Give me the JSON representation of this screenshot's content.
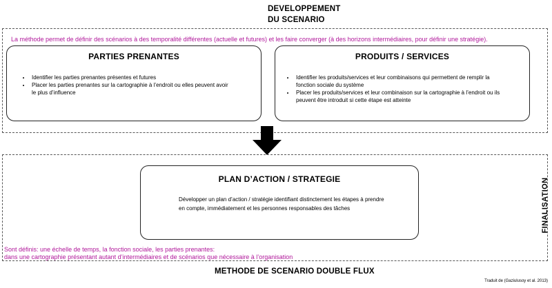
{
  "header": {
    "line1": "DEVELOPPEMENT",
    "line2": "DU SCENARIO"
  },
  "development_note": "La méthode permet de définir des scénarios à des temporalité différentes (actuelle et futures) et les faire converger (à des horizons intermédiaires, pour définir une stratégie).",
  "stakeholders": {
    "title": "PARTIES PRENANTES",
    "bullets": [
      "Identifier les parties prenantes présentes et futures",
      "Placer les parties prenantes sur la cartographie à l’endroit ou elles peuvent avoir le plus d’influence"
    ]
  },
  "products": {
    "title": "PRODUITS / SERVICES",
    "bullets": [
      "Identifier les produits/services et leur combinaisons qui permettent de remplir la fonction sociale du système",
      "Placer les produits/services et leur combinaison sur la cartographie à l’endroit ou ils peuvent être introduit si cette étape est atteinte"
    ]
  },
  "action_plan": {
    "title": "PLAN D’ACTION / STRATEGIE",
    "text": "Développer un plan d’action / stratégie identifiant distinctement les étapes à prendre en compte, immédiatement et les personnes responsables des tâches"
  },
  "finalisation_label": "FINALISATION",
  "finalisation_note": {
    "line1": "Sont définis: une échelle de temps, la fonction sociale, les parties prenantes:",
    "line2": "dans une cartographie présentant autant d’intermédiaires et de scénarios que nécessaire à l’organisation"
  },
  "footer": {
    "title": "METHODE DE SCENARIO DOUBLE FLUX",
    "credit": "Traduit de (Gaziulusoy et al. 2013)"
  },
  "colors": {
    "note": "#b0179a",
    "arrow": "#000000"
  },
  "icons": {
    "flow_arrow": "down-arrow-icon"
  }
}
